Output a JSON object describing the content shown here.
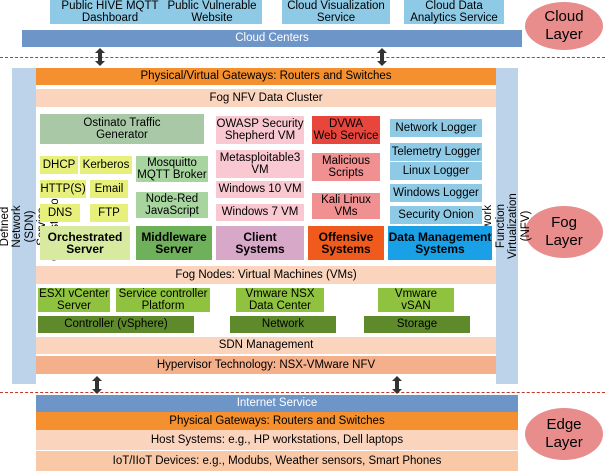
{
  "layers": {
    "cloud": "Cloud\nLayer",
    "fog": "Fog\nLayer",
    "edge": "Edge\nLayer"
  },
  "cloud": {
    "services": [
      "Public HIVE MQTT\nDashboard",
      "Public Vulnerable\nWebsite",
      "Cloud Visualization\nService",
      "Cloud Data\nAnalytics Service"
    ],
    "centers": "Cloud Centers"
  },
  "fog": {
    "sdn": "Software Defined Network (SDN)\nService Orchestration",
    "nfv": "Network Function Virtualization (NFV)",
    "gateways": "Physical/Virtual Gateways: Routers and Switches",
    "cluster": "Fog NFV Data Cluster",
    "orchestrated": {
      "ostinato": "Ostinato Traffic\nGenerator",
      "dhcp": "DHCP",
      "kerberos": "Kerberos",
      "https": "HTTP(S)",
      "email": "Email",
      "dns": "DNS",
      "ftp": "FTP",
      "title": "Orchestrated\nServer"
    },
    "middleware": {
      "mosquitto": "Mosquitto\nMQTT Broker",
      "nodered": "Node-Red\nJavaScript",
      "title": "Middleware\nServer"
    },
    "client": {
      "owasp": "OWASP Security\nShepherd VM",
      "metasploitable": "Metasploitable3\nVM",
      "win10": "Windows 10 VM",
      "win7": "Windows 7 VM",
      "title": "Client\nSystems"
    },
    "offensive": {
      "dvwa": "DVWA\nWeb Service",
      "malicious": "Malicious\nScripts",
      "kali": "Kali Linux\nVMs",
      "title": "Offensive\nSystems"
    },
    "data": {
      "network_logger": "Network Logger",
      "telemetry_logger": "Telemetry Logger",
      "linux_logger": "Linux Logger",
      "windows_logger": "Windows Logger",
      "security_onion": "Security Onion",
      "title": "Data Management\nSystems"
    },
    "fog_nodes": "Fog Nodes: Virtual Machines (VMs)",
    "esxi": "ESXI vCenter\nServer",
    "service_controller": "Service controller\nPlatform",
    "vmware_nsx": "Vmware NSX\nData Center",
    "vmware_vsan": "Vmware\nvSAN",
    "controller": "Controller (vSphere)",
    "network": "Network",
    "storage": "Storage",
    "sdn_mgmt": "SDN Management",
    "hypervisor": "Hypervisor Technology:  NSX-VMware NFV"
  },
  "edge": {
    "internet": "Internet Service",
    "gateways": "Physical Gateways: Routers and Switches",
    "hosts": "Host Systems: e.g., HP workstations, Dell laptops",
    "iot": "IoT/IIoT Devices: e.g., Modubs, Weather sensors, Smart Phones"
  },
  "colors": {
    "light_blue": "#8ecae6",
    "blue_bar": "#6d95c8",
    "orange": "#f4902f",
    "peach": "#fbd4be",
    "light_green": "#d8eaa0",
    "green": "#8fc23e",
    "dark_green": "#5e8a2b",
    "red": "#e8453c",
    "pink": "#f9c8d0",
    "cyan": "#1a9ee0",
    "layer_circle": "#e88c8c"
  }
}
